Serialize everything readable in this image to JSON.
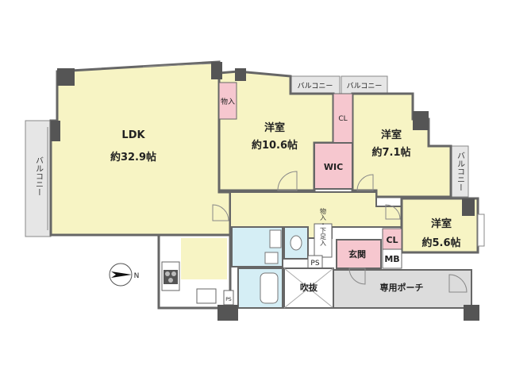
{
  "rooms": {
    "ldk": {
      "name": "LDK",
      "area": "約32.9帖"
    },
    "western1": {
      "name": "洋室",
      "area": "約10.6帖"
    },
    "western2": {
      "name": "洋室",
      "area": "約7.1帖"
    },
    "western3": {
      "name": "洋室",
      "area": "約5.6帖"
    }
  },
  "labels": {
    "storage_ldk": "物入",
    "closet_a": "CL",
    "closet_b": "CL",
    "wic": "WIC",
    "entrance": "玄関",
    "mb": "MB",
    "ps1": "PS",
    "ps2": "PS",
    "atrium": "吹抜",
    "porch": "専用ポーチ",
    "shoe_storage": "物入・下足入"
  },
  "balconies": {
    "left": "バルコニー",
    "top_a": "バルコニー",
    "top_b": "バルコニー",
    "right": "バルコニー"
  },
  "colors": {
    "room_fill": "#f7f4c4",
    "storage_fill": "#f6c7cf",
    "wet_fill": "#d5eef5",
    "wall": "#666666",
    "pillar": "#555555",
    "balcony_fill": "#e6e6e6",
    "porch_fill": "#dcdcdc"
  },
  "compass": {
    "symbol": "N"
  }
}
